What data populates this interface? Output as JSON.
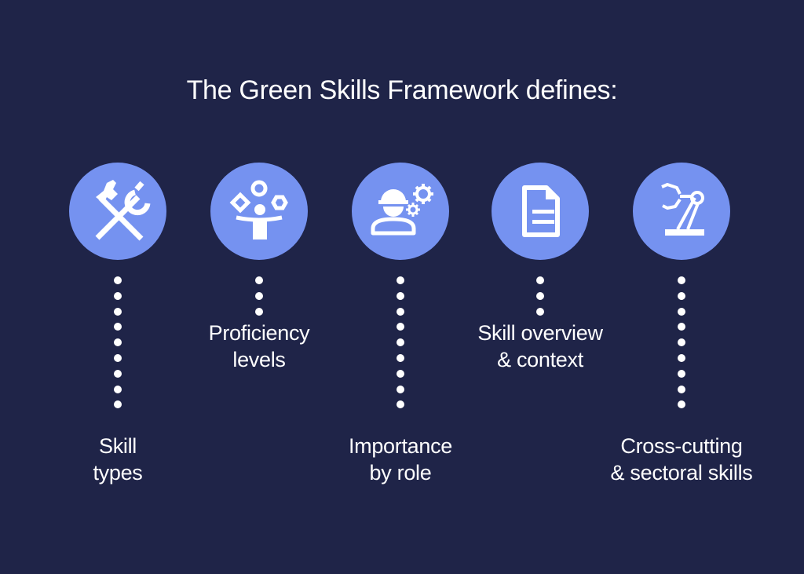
{
  "title": "The Green Skills Framework defines:",
  "colors": {
    "background": "#1f2448",
    "circle": "#7592f0",
    "foreground": "#ffffff"
  },
  "items": [
    {
      "icon": "hammer-wrench-icon",
      "label_line1": "Skill",
      "label_line2": "types",
      "label_position": "low",
      "dot_count": 9
    },
    {
      "icon": "juggling-shapes-icon",
      "label_line1": "Proficiency",
      "label_line2": "levels",
      "label_position": "high",
      "dot_count": 3
    },
    {
      "icon": "worker-gears-icon",
      "label_line1": "Importance",
      "label_line2": "by role",
      "label_position": "low",
      "dot_count": 9
    },
    {
      "icon": "document-icon",
      "label_line1": "Skill overview",
      "label_line2": "& context",
      "label_position": "high",
      "dot_count": 3
    },
    {
      "icon": "robotic-arm-icon",
      "label_line1": "Cross-cutting",
      "label_line2": "& sectoral skills",
      "label_position": "low",
      "dot_count": 9
    }
  ]
}
